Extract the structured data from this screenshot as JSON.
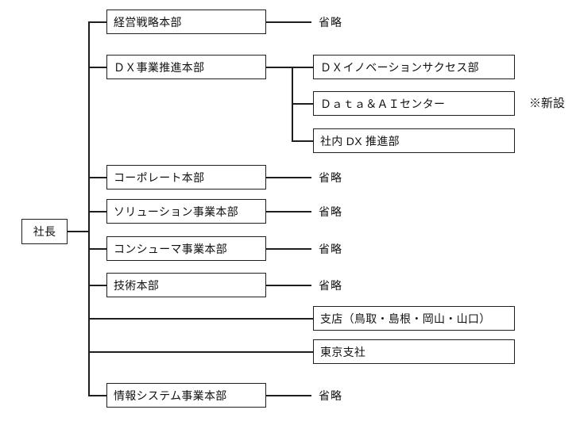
{
  "org_chart": {
    "root": {
      "label": "社長"
    },
    "departments": [
      {
        "label": "経営戦略本部",
        "note": "省略"
      },
      {
        "label": "ＤＸ事業推進本部"
      },
      {
        "label": "コーポレート本部",
        "note": "省略"
      },
      {
        "label": "ソリューション事業本部",
        "note": "省略"
      },
      {
        "label": "コンシューマ事業本部",
        "note": "省略"
      },
      {
        "label": "技術本部",
        "note": "省略"
      },
      {
        "label": "支店（鳥取・島根・岡山・山口）"
      },
      {
        "label": "東京支社"
      },
      {
        "label": "情報システム事業本部",
        "note": "省略"
      }
    ],
    "dx_children": [
      {
        "label": "ＤＸイノベーションサクセス部"
      },
      {
        "label": "Ｄａｔａ＆ＡＩセンター",
        "annotation": "※新設"
      },
      {
        "label": "社内 DX 推進部"
      }
    ],
    "omitted_label": "省略",
    "colors": {
      "line": "#1f1f1f",
      "text": "#111111",
      "background": "#ffffff"
    }
  }
}
